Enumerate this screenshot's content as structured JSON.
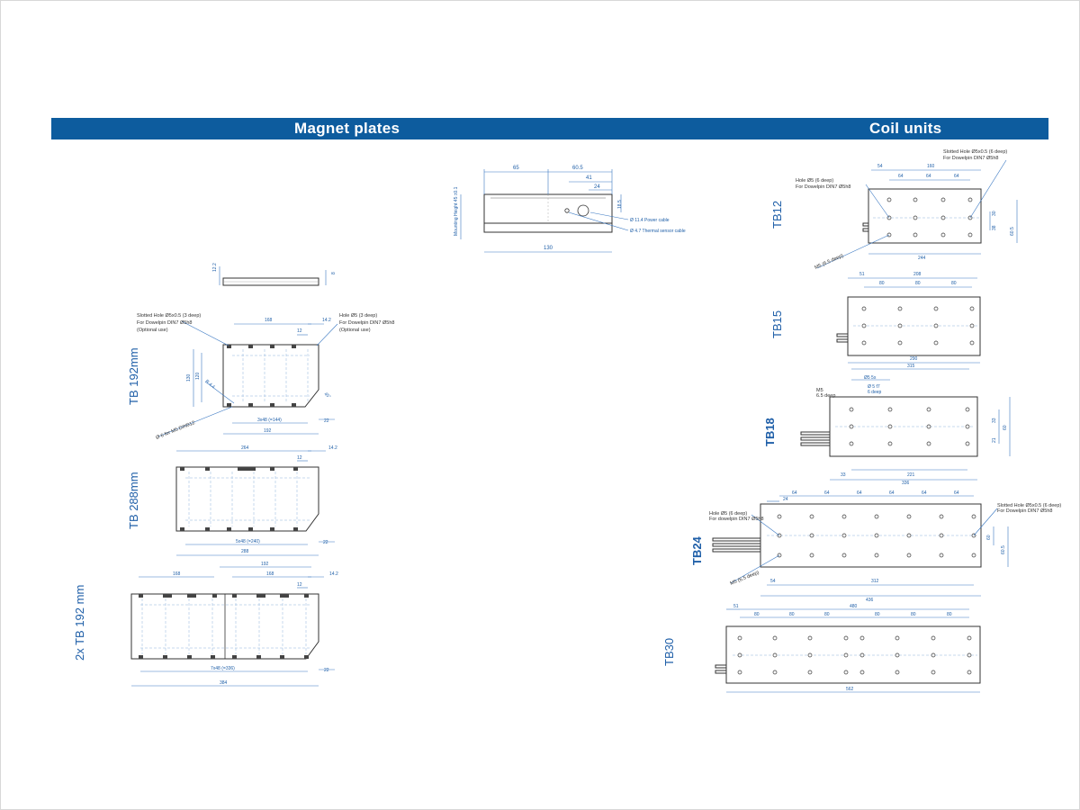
{
  "headers": {
    "magnet": "Magnet plates",
    "coil": "Coil units"
  },
  "profile": {
    "dims": [
      "65",
      "60.5",
      "41",
      "24",
      "130"
    ],
    "height": "Mounting Height 45 ±0.1",
    "side": "18.5",
    "cables": [
      "Ø 11.4  Power cable",
      "Ø 4.7  Thermal sensor cable"
    ]
  },
  "thin_plate": {
    "dims": [
      "12.2",
      "8"
    ]
  },
  "tb192": {
    "label": "TB 192mm",
    "dims": {
      "top": "168",
      "right": "14.2",
      "small": "12",
      "h1": "130",
      "h2": "120",
      "r": "R 4.4",
      "deg": "45°",
      "pitch": "3x48 (=144)",
      "off": "22",
      "total": "192"
    },
    "note_left": [
      "Slotted Hole Ø5x0.5 (3 deep)",
      "For Dowelpin DIN7 Ø5h8",
      "(Optional use)"
    ],
    "note_right": [
      "Hole Ø5 (3 deep)",
      "For Dowelpin DIN7 Ø5h8",
      "(Optional use)"
    ],
    "screw": "Ø 6  for M5 DIN912"
  },
  "tb288": {
    "label": "TB 288mm",
    "dims": {
      "top": "264",
      "right": "14.2",
      "small": "12",
      "pitch": "5x48 (=240)",
      "off": "22",
      "total": "288"
    }
  },
  "tb2x192": {
    "label": "2x TB 192 mm",
    "dims": {
      "top1": "168",
      "top2": "192",
      "top3": "168",
      "right": "14.2",
      "small": "12",
      "pitch": "7x48 (=336)",
      "off": "22",
      "total": "384"
    }
  },
  "coils": [
    {
      "label": "TB12",
      "bold": false,
      "top": [
        "54",
        "160",
        "64",
        "64",
        "64"
      ],
      "bottom": "244",
      "right": [
        "30",
        "38",
        "60.5"
      ],
      "notes": [
        "Slotted Hole Ø5x0.5 (6 deep)",
        "For Dowelpin DIN7 Ø5h8",
        "Hole Ø5 (6 deep)",
        "For Dowelpin DIN7 Ø5h8",
        "M5 (6.5 deep)"
      ]
    },
    {
      "label": "TB15",
      "bold": false,
      "top": [
        "51",
        "208",
        "80",
        "80",
        "80"
      ],
      "bottom": "290",
      "right": [],
      "notes": []
    },
    {
      "label": "TB18",
      "bold": true,
      "top": [
        "315",
        "Ø5  5x",
        "Ø 5 f7",
        "6 deep"
      ],
      "bottom": "336",
      "right": [
        "33",
        "60",
        "21"
      ],
      "notes": [
        "M5",
        "6.5 deep",
        "33",
        "221"
      ]
    },
    {
      "label": "TB24",
      "bold": true,
      "top": [
        "24",
        "64",
        "64",
        "64",
        "64",
        "64",
        "64"
      ],
      "bottom": "436",
      "right": [
        "60",
        "60.5"
      ],
      "notes": [
        "Hole Ø5 (6 deep)",
        "For dowelpin DIN7 Ø5h8",
        "Slotted Hole Ø5x0.5 (6 deep)",
        "For Dowelpin DIN7 Ø5h8",
        "M5 (6.5 deep)",
        "54",
        "312"
      ]
    },
    {
      "label": "TB30",
      "bold": false,
      "top": [
        "51",
        "480",
        "80",
        "80",
        "80",
        "80",
        "80",
        "80"
      ],
      "bottom": "562",
      "right": [],
      "notes": []
    }
  ]
}
